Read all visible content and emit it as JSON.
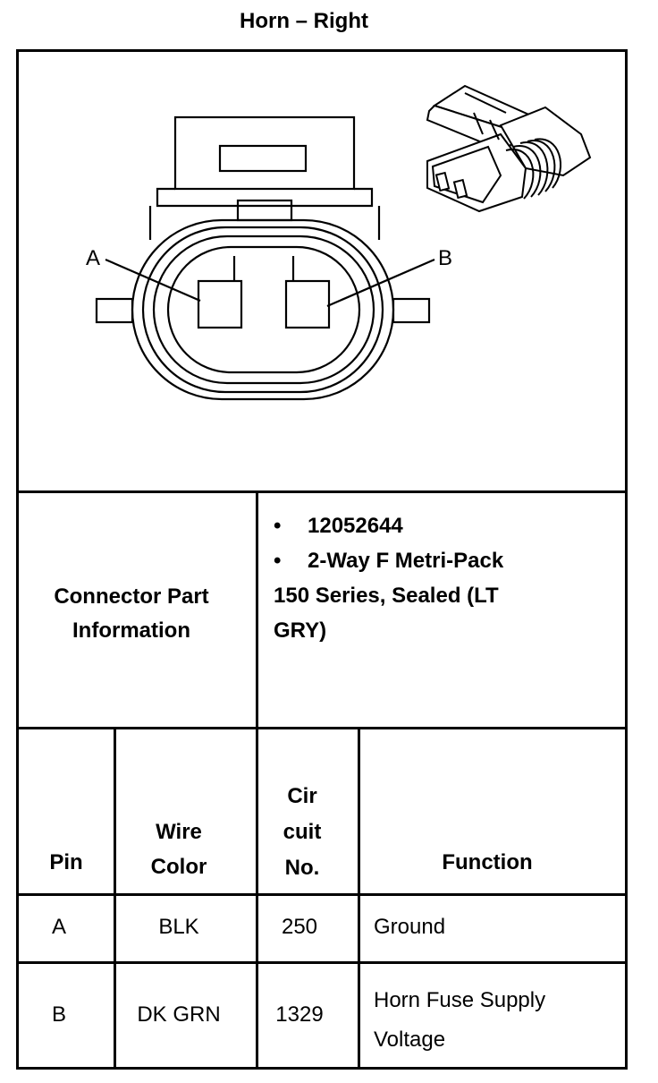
{
  "title": "Horn – Right",
  "diagram": {
    "pin_labels": [
      "A",
      "B"
    ]
  },
  "connector_info": {
    "label": "Connector Part Information",
    "bullet_glyph": "•",
    "part_number": "12052644",
    "description_line1": "2-Way F Metri-Pack",
    "description_rest": "150 Series, Sealed (LT GRY)"
  },
  "table": {
    "headers": {
      "pin": "Pin",
      "wire_color": "Wire Color",
      "circuit": "Cir cuit No.",
      "function": "Function"
    },
    "rows": [
      {
        "pin": "A",
        "wire_color": "BLK",
        "circuit": "250",
        "function": "Ground"
      },
      {
        "pin": "B",
        "wire_color": "DK GRN",
        "circuit": "1329",
        "function": "Horn Fuse Supply Voltage"
      }
    ]
  }
}
